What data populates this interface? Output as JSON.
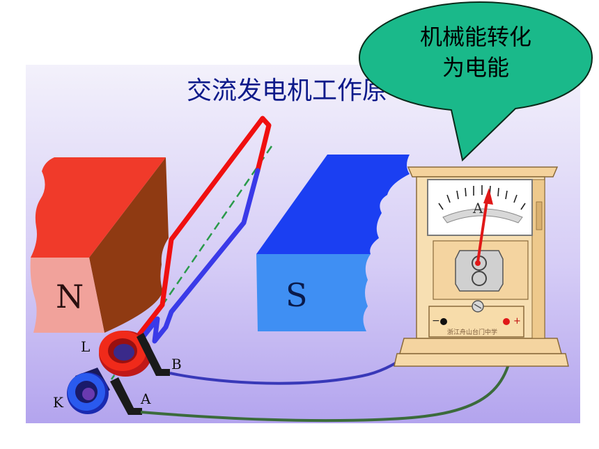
{
  "title": "交流发电机工作原",
  "bubble": {
    "line1": "机械能转化",
    "line2": "为电能",
    "fill": "#1ab98a"
  },
  "labels": {
    "north": "N",
    "south": "S",
    "ring_l": "L",
    "ring_k": "K",
    "brush_b": "B",
    "brush_a": "A",
    "meter": "A",
    "minus": "−",
    "plus": "+",
    "school": "浙江舟山台门中学"
  },
  "colors": {
    "background_top": "#f3f1fb",
    "background_bottom": "#b3a4ee",
    "north_front": "#f03a2a",
    "north_lower": "#f1a29b",
    "north_side": "#8f3a12",
    "south_front": "#1b3ff2",
    "south_lower": "#3f8ff3",
    "coil_red": "#f01010",
    "coil_blue": "#3a3ae8",
    "wire_blue": "#3838b8",
    "wire_green": "#3b6b3b",
    "axis_green": "#2a9a4a",
    "meter_wood": "#f6d9a8"
  }
}
